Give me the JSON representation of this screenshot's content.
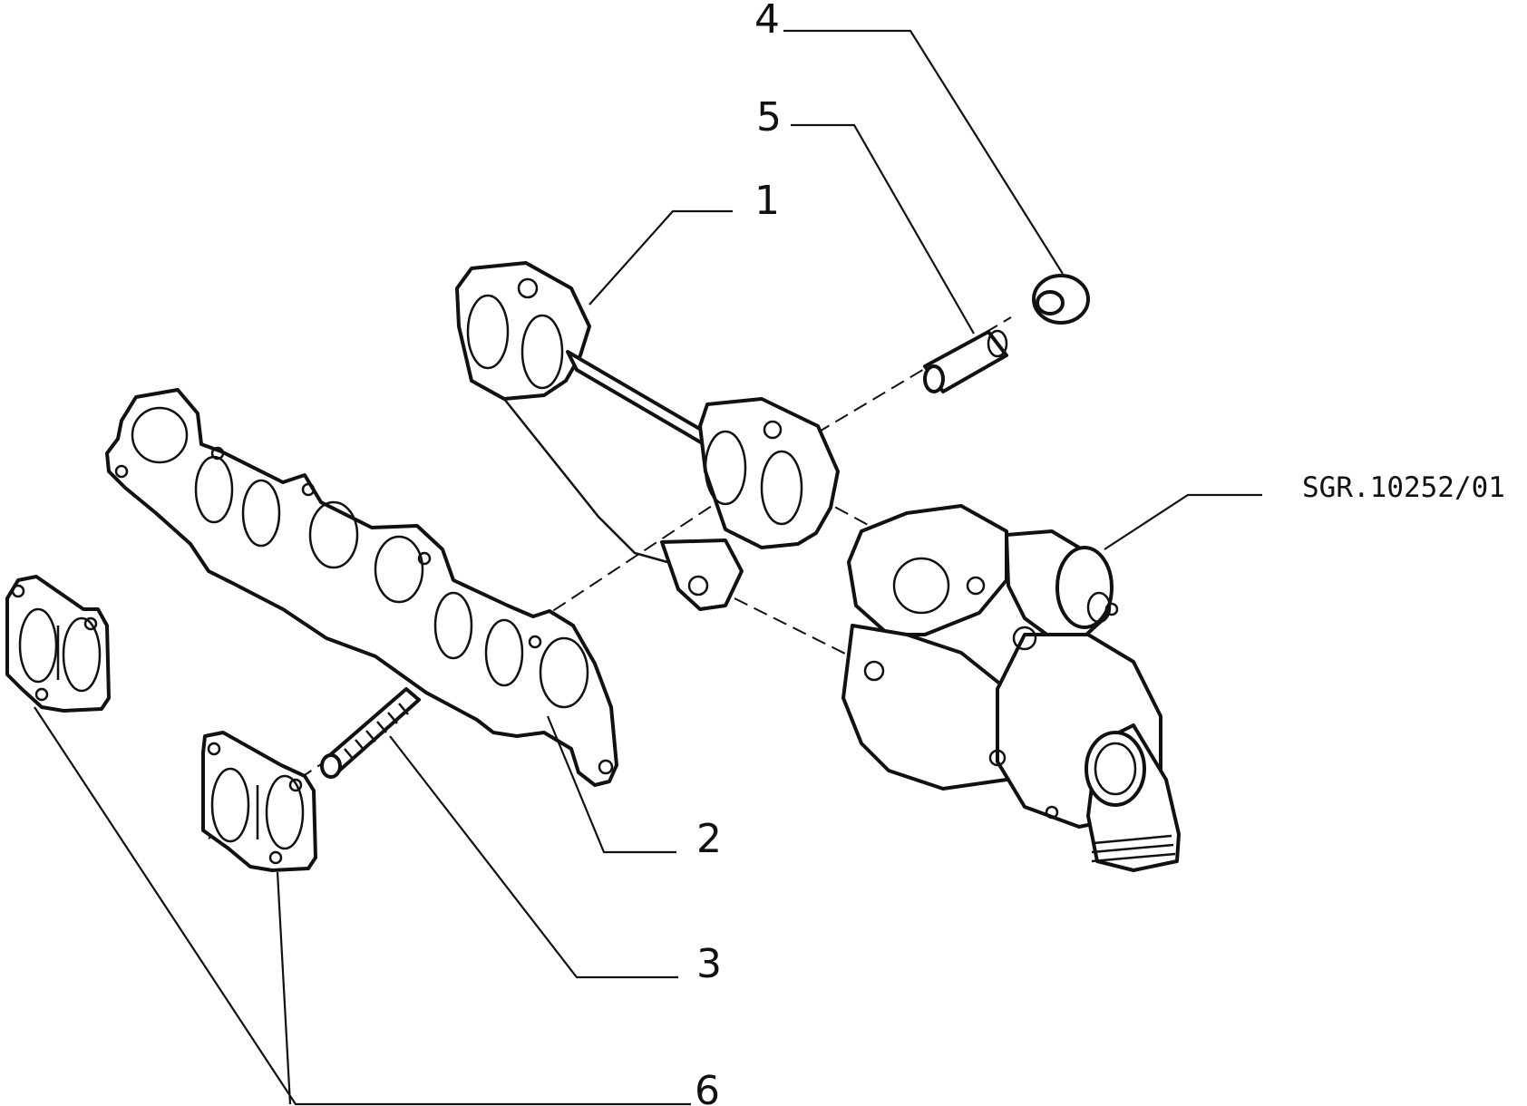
{
  "diagram": {
    "reference_code": "SGR.10252/01",
    "callouts": [
      {
        "id": "1",
        "label": "1"
      },
      {
        "id": "2",
        "label": "2"
      },
      {
        "id": "3",
        "label": "3"
      },
      {
        "id": "4",
        "label": "4"
      },
      {
        "id": "5",
        "label": "5"
      },
      {
        "id": "6",
        "label": "6"
      }
    ]
  }
}
